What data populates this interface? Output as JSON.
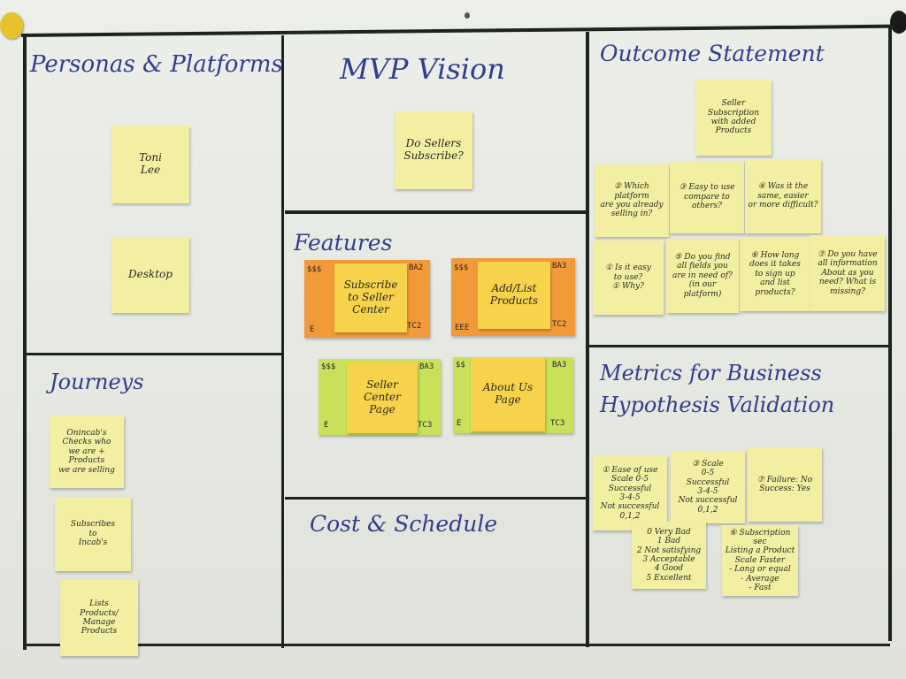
{
  "board": {
    "sections": {
      "personas": "Personas & Platforms",
      "mvp_vision": "MVP Vision",
      "outcome": "Outcome Statement",
      "features": "Features",
      "journeys": "Journeys",
      "metrics_line1": "Metrics for Business",
      "metrics_line2": "Hypothesis Validation",
      "cost": "Cost & Schedule"
    },
    "persona_notes": [
      "Toni\nLee",
      "Desktop"
    ],
    "mvp_note": "Do Sellers\nSubscribe?",
    "outcome_note": "Seller\nSubscription\nwith added\nProducts",
    "outcome_questions": [
      "② Which platform\nare you already\nselling in?",
      "③ Easy to use\ncompare to\nothers?",
      "④ Was it the\nsame, easier\nor more difficult?",
      "① Is it easy\nto use?\n① Why?",
      "⑤ Do you find\nall fields you\nare in need of?\n(in our platform)",
      "⑥ How long\ndoes it takes\nto sign up\nand list products?",
      "⑦ Do you have\nall information\nAbout as you\nneed? What is\nmissing?"
    ],
    "features": [
      {
        "label": "Subscribe\nto Seller\nCenter",
        "cost": "$$$",
        "effort": "E",
        "ba": "BA2",
        "tc": "TC2"
      },
      {
        "label": "Add/List\nProducts",
        "cost": "$$$",
        "effort": "EEE",
        "ba": "BA3",
        "tc": "TC2"
      },
      {
        "label": "Seller\nCenter\nPage",
        "cost": "$$$",
        "effort": "E",
        "ba": "BA3",
        "tc": "TC3"
      },
      {
        "label": "About Us\nPage",
        "cost": "$$",
        "effort": "E",
        "ba": "BA3",
        "tc": "TC3"
      }
    ],
    "journey_notes": [
      "Onincab's\nChecks who\nwe are +\nProducts\nwe are selling",
      "Subscribes\nto\nIncab's",
      "Lists\nProducts/\nManage\nProducts"
    ],
    "metric_notes": [
      "① Ease of use\nScale 0-5\nSuccessful\n3-4-5\nNot successful\n0,1,2",
      "③ Scale\n0-5\nSuccessful\n3-4-5\nNot successful\n0,1,2",
      "⑦ Failure: No\nSuccess: Yes",
      "0 Very Bad\n1 Bad\n2 Not satisfying\n3 Acceptable\n4 Good\n5 Excellent",
      "⑥ Subscription sec\nListing a Product\nScale Faster\n- Long or equal\n- Average\n- Fast"
    ]
  }
}
